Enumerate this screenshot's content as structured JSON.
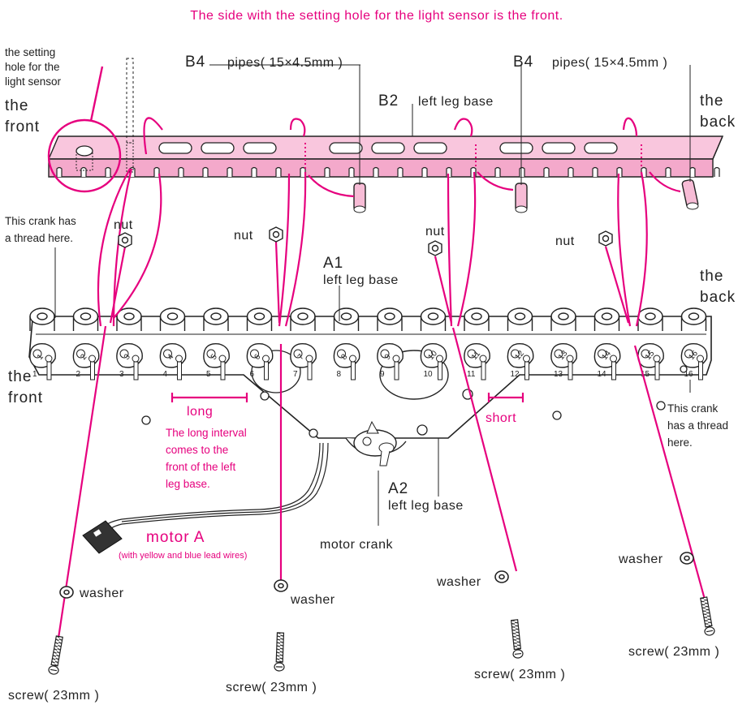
{
  "colors": {
    "accent": "#e6007e",
    "part_fill": "#f7bcd6",
    "outline": "#222222"
  },
  "labels": {
    "header_note": "The side with the setting hole for the light sensor is the front.",
    "setting_hole": [
      "the setting",
      "hole for the",
      "light sensor"
    ],
    "b4_left": {
      "code": "B4",
      "text": "pipes( 15×4.5mm )"
    },
    "b4_right": {
      "code": "B4",
      "text": "pipes( 15×4.5mm )"
    },
    "b2": {
      "code": "B2",
      "text": "left leg base"
    },
    "front_top": [
      "the",
      "front"
    ],
    "back_top": [
      "the",
      "back"
    ],
    "crank_thread_left": [
      "This crank has",
      "a thread here."
    ],
    "nut": "nut",
    "a1": {
      "code": "A1",
      "text": "left leg base"
    },
    "front_bottom": [
      "the",
      "front"
    ],
    "back_bottom": [
      "the",
      "back"
    ],
    "long": "long",
    "short": "short",
    "long_note": [
      "The long interval",
      "comes to the",
      "front of the left",
      "leg base."
    ],
    "crank_thread_right": [
      "This crank",
      "has a thread",
      "here."
    ],
    "a2": {
      "code": "A2",
      "text": "left leg base"
    },
    "motor_crank": "motor crank",
    "motor_a": "motor A",
    "motor_a_note": "(with yellow and blue lead wires)",
    "washer": "washer",
    "screw": "screw( 23mm )"
  },
  "crank_numbers": [
    "1",
    "2",
    "3",
    "4",
    "5",
    "6",
    "7",
    "8",
    "9",
    "10",
    "11",
    "12",
    "13",
    "14",
    "15",
    "16"
  ]
}
